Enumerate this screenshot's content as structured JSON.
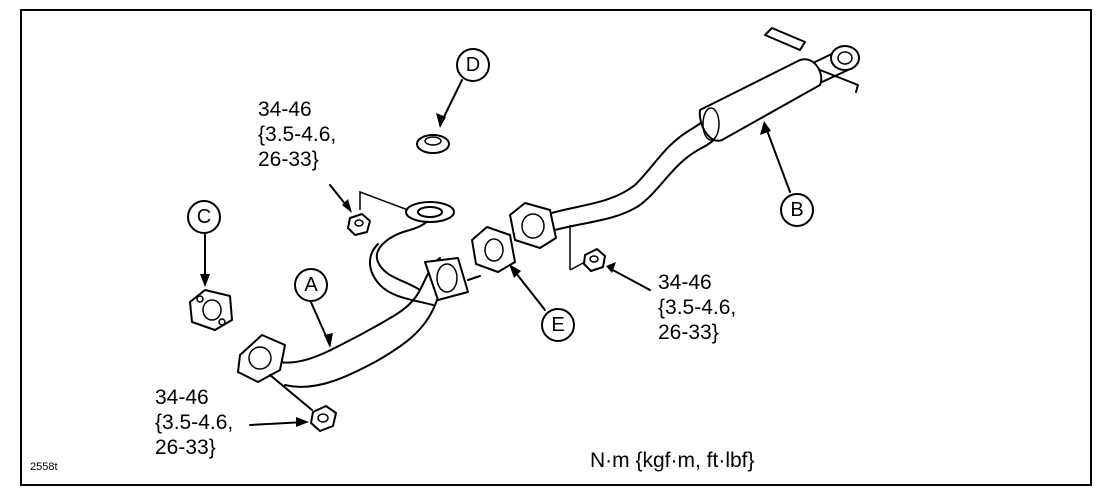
{
  "callouts": {
    "a": "A",
    "b": "B",
    "c": "C",
    "d": "D",
    "e": "E"
  },
  "torque_specs": {
    "top_left": {
      "line1": "34-46",
      "line2": "{3.5-4.6,",
      "line3": "26-33}"
    },
    "right": {
      "line1": "34-46",
      "line2": "{3.5-4.6,",
      "line3": "26-33}"
    },
    "bottom_left": {
      "line1": "34-46",
      "line2": "{3.5-4.6,",
      "line3": "26-33}"
    }
  },
  "units_label": "N·m {kgf·m, ft·lbf}",
  "figure_id": "2558t",
  "colors": {
    "line": "#000000",
    "background": "#ffffff"
  }
}
